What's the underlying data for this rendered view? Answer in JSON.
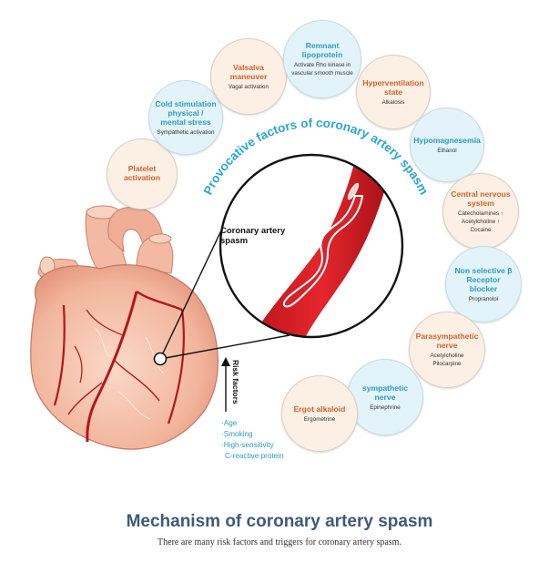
{
  "arc_title": "Provocative factors of coronary artery spasm",
  "focus_label": "Coronary artery spasm",
  "risk_heading": "Risk factors",
  "risk_items": [
    "·Age",
    "·Smoking",
    "·High-sensitivity",
    "C-reactive protein"
  ],
  "factors": [
    {
      "title": "Platelet activation",
      "sub": "",
      "tone": "warm"
    },
    {
      "title": "Cold stimulation\nphysical /\nmental stress",
      "sub": "Sympathetic activation",
      "tone": "cool"
    },
    {
      "title": "Valsalva maneuver",
      "sub": "Vagal activation",
      "tone": "warm"
    },
    {
      "title": "Remnant\nlipoprotein",
      "sub": "Activate Rho kinase in\nvascular smooth muscle",
      "tone": "cool"
    },
    {
      "title": "Hyperventilation\nstate",
      "sub": "Alkalosis",
      "tone": "warm"
    },
    {
      "title": "Hypomagnesemia",
      "sub": "Ethanol",
      "tone": "cool"
    },
    {
      "title": "Central nervous\nsystem",
      "sub": "Catecholamines ↑\nAcetylcholine ↑\nCocaine",
      "tone": "warm"
    },
    {
      "title": "Non selective β\nReceptor blocker",
      "sub": "Propranolol",
      "tone": "cool"
    },
    {
      "title": "Parasympathetic\nnerve",
      "sub": "Acetylcholine\nPilocarpine",
      "tone": "warm"
    },
    {
      "title": "sympathetic nerve",
      "sub": "Epinephrine",
      "tone": "cool"
    },
    {
      "title": "Ergot alkaloid",
      "sub": "Ergometrine",
      "tone": "warm"
    }
  ],
  "main_title": "Mechanism of coronary artery spasm",
  "caption": "There are many risk factors and triggers for coronary artery spasm."
}
